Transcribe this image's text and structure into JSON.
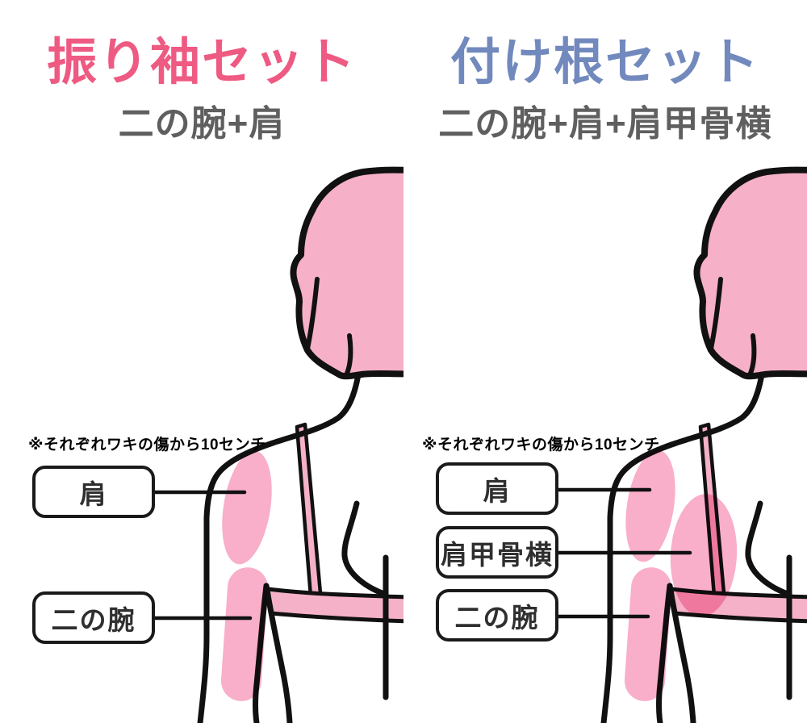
{
  "page": {
    "background": "#ffffff"
  },
  "panels": [
    {
      "id": "furisode",
      "title": "振り袖セット",
      "title_color": "#ee5a82",
      "subtitle": "二の腕+肩",
      "note": "※それぞれワキの傷から10センチ",
      "labels": [
        {
          "text": "肩"
        },
        {
          "text": "二の腕"
        }
      ]
    },
    {
      "id": "tsukene",
      "title": "付け根セット",
      "title_color": "#7289bd",
      "subtitle": "二の腕+肩+肩甲骨横",
      "note": "※それぞれワキの傷から10センチ",
      "labels": [
        {
          "text": "肩"
        },
        {
          "text": "肩甲骨横"
        },
        {
          "text": "二の腕"
        }
      ]
    }
  ],
  "colors": {
    "subtitle_gray": "#5f5f5f",
    "outline_black": "#111111",
    "hair_pink": "#f6b0c7",
    "bra_pink": "#f5b1c7",
    "highlight_pink": "#f9aeca",
    "overlap_dark_pink": "#ee7da6",
    "label_border": "#1a1a1a",
    "label_text": "#2f2f2f"
  }
}
